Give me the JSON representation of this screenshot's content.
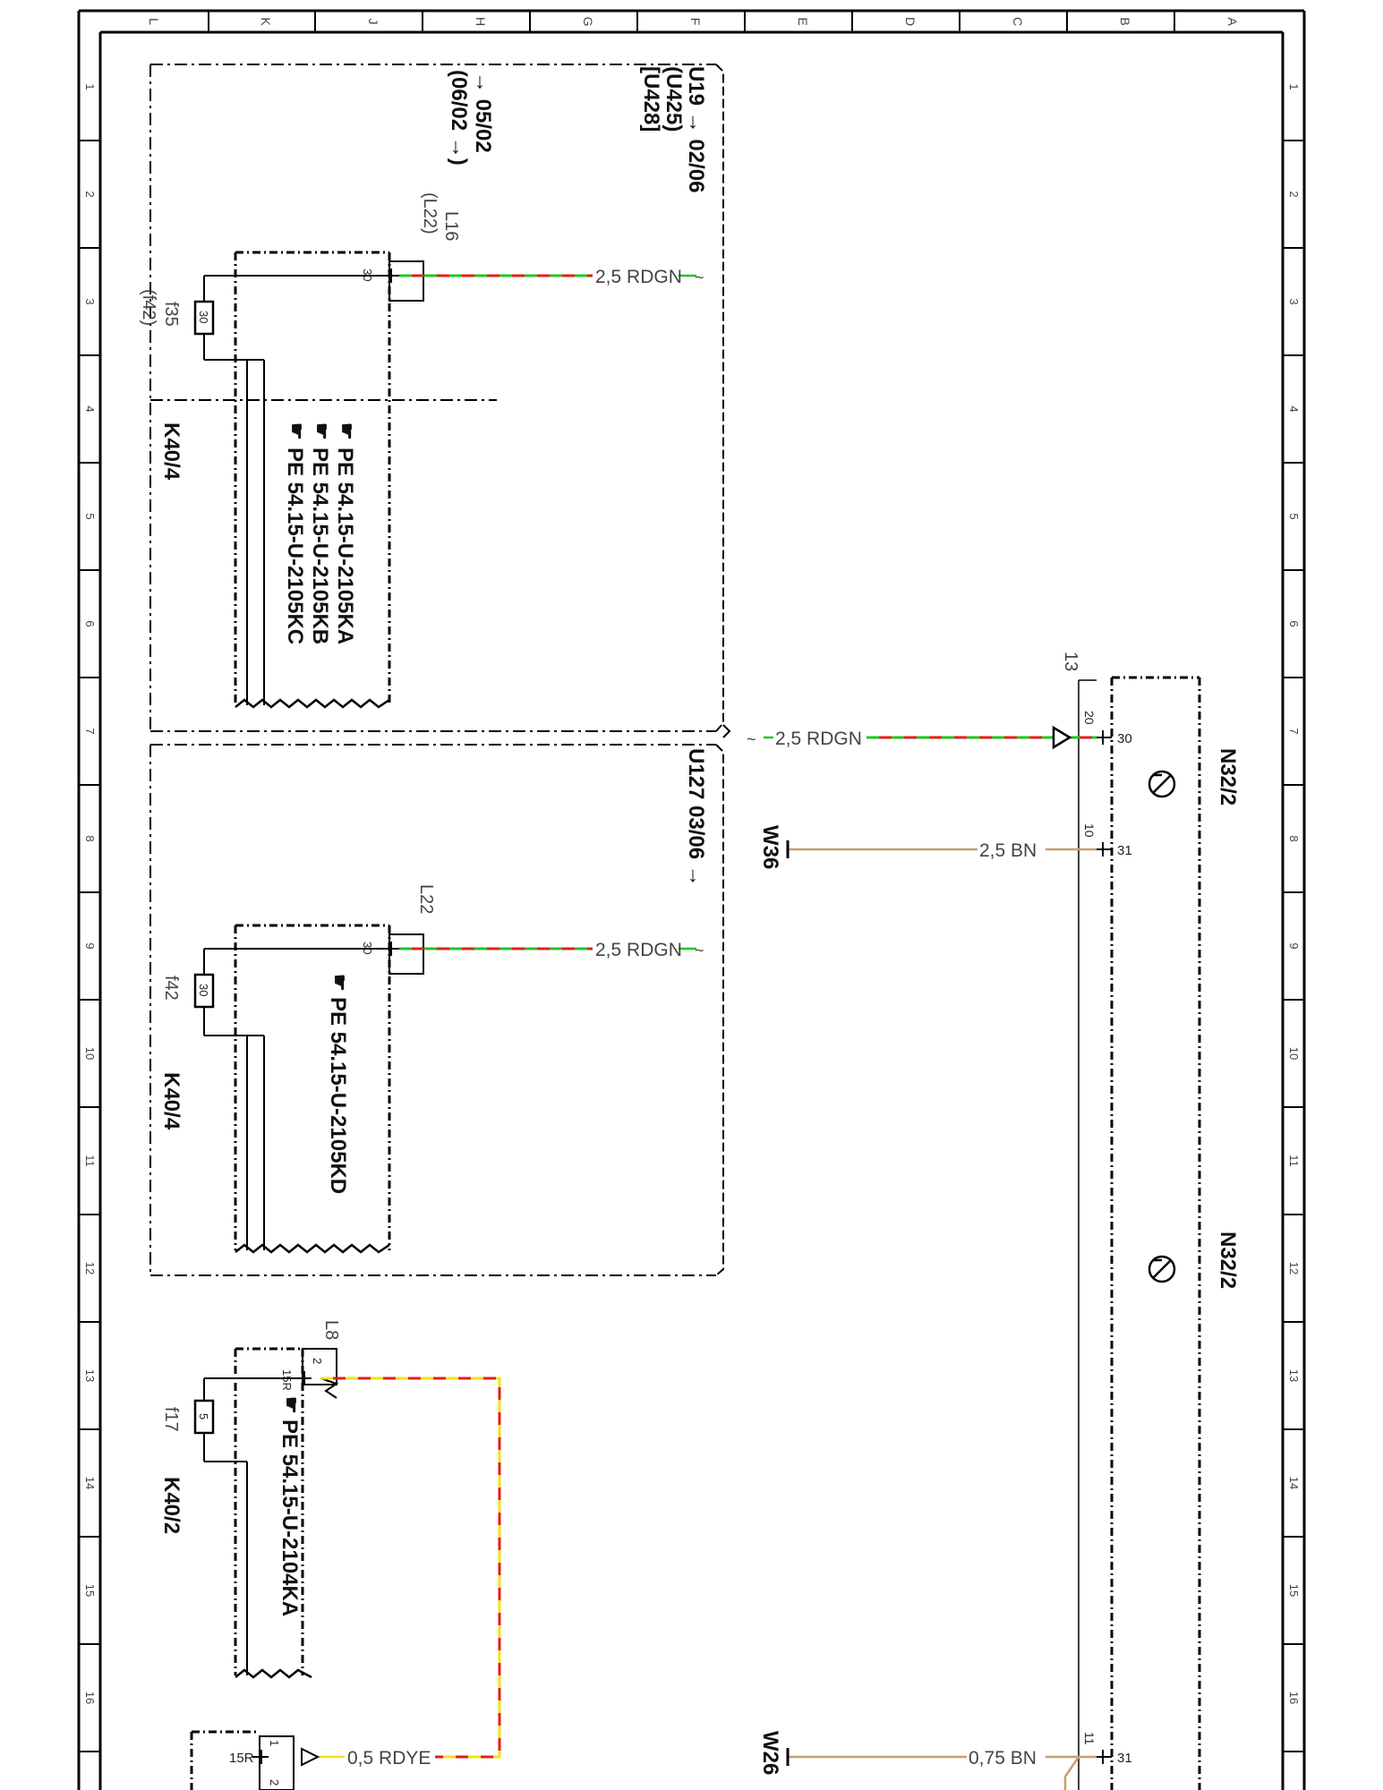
{
  "frame": {
    "cols": [
      "L",
      "K",
      "J",
      "H",
      "G",
      "F",
      "E",
      "D",
      "C",
      "B",
      "A"
    ],
    "rows": [
      "1",
      "2",
      "3",
      "4",
      "5",
      "6",
      "7",
      "8",
      "9",
      "10",
      "11",
      "12",
      "13",
      "14",
      "15",
      "16"
    ]
  },
  "section_top": {
    "variant": "U19 → 02/06",
    "variant2": "(U425)",
    "variant3": "[U428]",
    "date_a": "→ 05/02",
    "date_b": "(06/02 →)"
  },
  "section_mid": {
    "variant": "U127 03/06 →"
  },
  "k40_4_a": {
    "name": "K40/4",
    "fuse": "f35",
    "fuse_alt": "(f42)",
    "fuse_rating": "30",
    "connector": "L16",
    "connector_alt": "(L22)",
    "pin": "30",
    "wire": "2,5 RDGN",
    "pe1": "PE 54.15-U-2105KA",
    "pe2": "PE 54.15-U-2105KB",
    "pe3": "PE 54.15-U-2105KC"
  },
  "k40_4_b": {
    "name": "K40/4",
    "fuse": "f42",
    "fuse_rating": "30",
    "connector": "L22",
    "pin": "30",
    "wire": "2,5 RDGN",
    "pe1": "PE 54.15-U-2105KD"
  },
  "k40_2": {
    "name": "K40/2",
    "fuse": "f17",
    "fuse_rating": "5",
    "connector": "L8",
    "pin": "15R",
    "pin_no": "2",
    "pe1": "PE 54.15-U-2104KA"
  },
  "n32_2": {
    "name": "N32/2",
    "name2": "N32/2",
    "conn": "13",
    "pin20": "20",
    "pin30": "30",
    "pin10": "10",
    "pin31": "31",
    "pin11": "11",
    "pin31b": "31",
    "wire_rdgn": "2,5 RDGN",
    "wire_bn": "2,5 BN",
    "wire_bn2": "0,75 BN",
    "ground1": "W36",
    "ground2": "W26"
  },
  "bottom": {
    "pin": "15R",
    "pin_no": "1",
    "pin_no2": "2",
    "wire": "0,5 RDYE"
  },
  "colors": {
    "red": "#e0201c",
    "green": "#25c41e",
    "yellow": "#f3e21a",
    "brown": "#c4a070"
  }
}
